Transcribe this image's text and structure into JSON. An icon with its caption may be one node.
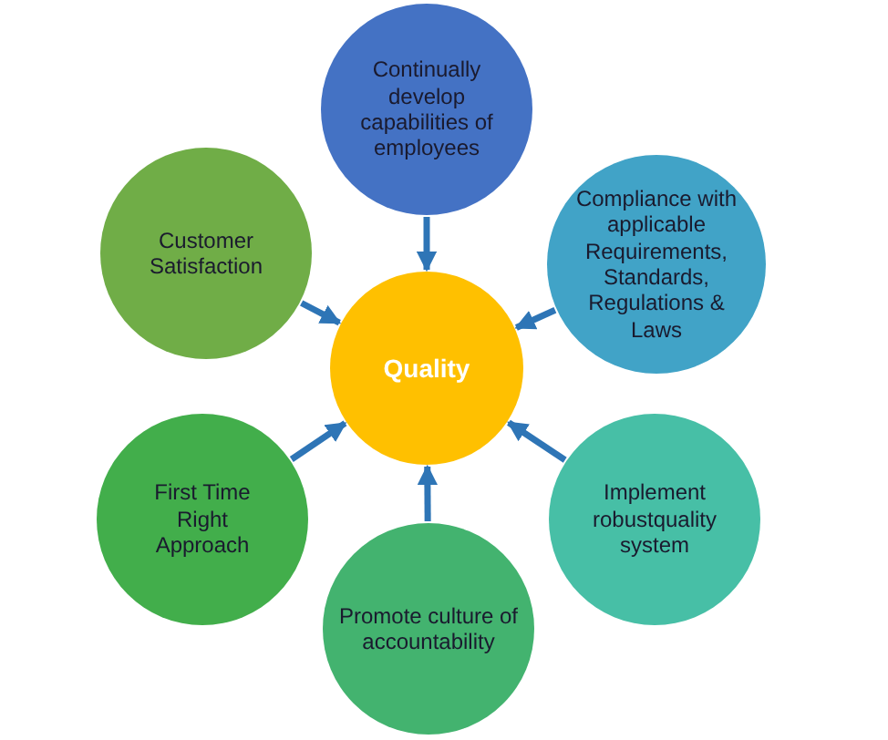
{
  "diagram": {
    "nodes": [
      {
        "text": [
          "Continually develop capabilities of employees"
        ]
      },
      {
        "text": [
          "Customer Satisfaction"
        ]
      },
      {
        "text": [
          "Compliance with applicable Requirements, Standards, Regulations & Laws"
        ]
      },
      {
        "text": [
          "Quality"
        ]
      },
      {
        "text": [
          "First Time Right Approach"
        ]
      },
      {
        "text": [
          "Implement robustquality system"
        ]
      },
      {
        "text": [
          "Promote culture of accountability"
        ]
      }
    ],
    "edges": [
      {
        "from": 0,
        "to": 3,
        "arrow": "to"
      },
      {
        "from": 1,
        "to": 3,
        "arrow": "to"
      },
      {
        "from": 2,
        "to": 3,
        "arrow": "to"
      },
      {
        "from": 4,
        "to": 3,
        "arrow": "to"
      },
      {
        "from": 5,
        "to": 3,
        "arrow": "to"
      },
      {
        "from": 6,
        "to": 3,
        "arrow": "to"
      }
    ]
  }
}
